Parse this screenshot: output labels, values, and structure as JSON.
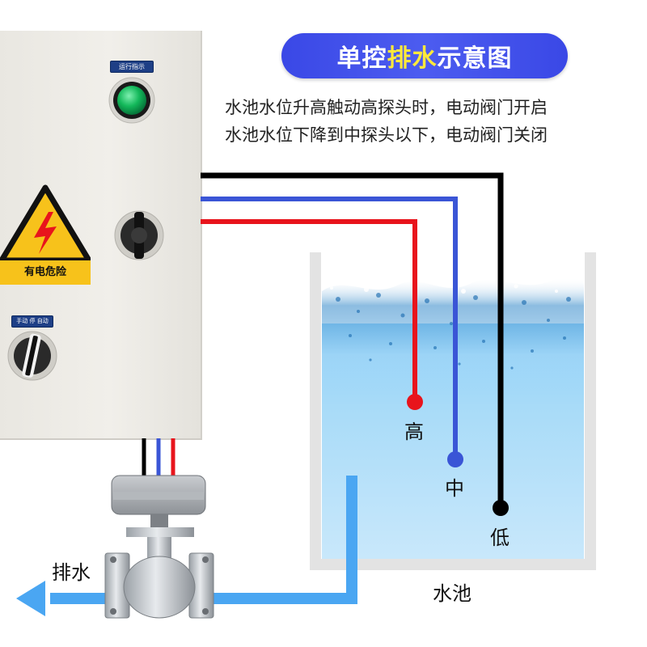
{
  "title": {
    "prefix": "单控",
    "highlight": "排水",
    "suffix": "示意图"
  },
  "description": {
    "line1": "水池水位升高触动高探头时，电动阀门开启",
    "line2": "水池水位下降到中探头以下，电动阀门关闭"
  },
  "control_box": {
    "run_indicator_label": "运行指示",
    "mode_switch_label": "手动 停 自动",
    "warning_text": "有电危险"
  },
  "probes": {
    "high": "高",
    "mid": "中",
    "low": "低"
  },
  "labels": {
    "pool": "水池",
    "drain": "排水"
  },
  "colors": {
    "title_bg": "#3f4fe9",
    "title_highlight": "#fde93a",
    "wire_black": "#000000",
    "wire_blue": "#3a55d6",
    "wire_red": "#e8141c",
    "water": "#a8dbf8",
    "drain_pipe": "#4aa6f2",
    "warning_yellow": "#f7c21b"
  }
}
